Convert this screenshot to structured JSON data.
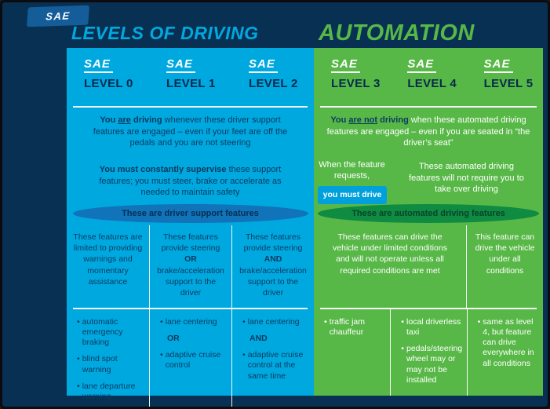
{
  "bullet_char": "•",
  "logo_text": "SAE",
  "header": {
    "badge": "SAE",
    "title_blue": "LEVELS OF DRIVING",
    "title_green": "AUTOMATION"
  },
  "columns": [
    {
      "level": "LEVEL 0"
    },
    {
      "level": "LEVEL 1"
    },
    {
      "level": "LEVEL 2"
    },
    {
      "level": "LEVEL 3"
    },
    {
      "level": "LEVEL 4"
    },
    {
      "level": "LEVEL 5"
    }
  ],
  "driver": {
    "row1": {
      "lead_pre": "You ",
      "lead_underline": "are",
      "lead_post": " driving",
      "body": " whenever these driver support features are engaged – even if your feet are off the pedals and you are not steering"
    },
    "row2": {
      "lead": "You must constantly supervise",
      "body": " these support features; you must steer, brake or accelerate as needed to maintain safety"
    },
    "ribbon": "These are driver support features",
    "features": {
      "l0": "These features are limited to providing warnings and momentary assistance",
      "l1": {
        "pre": "These features provide steering ",
        "bold": "OR",
        "post": " brake/acceleration support to the driver"
      },
      "l2": {
        "pre": "These features provide steering ",
        "bold": "AND",
        "post": " brake/acceleration support to the driver"
      }
    },
    "examples": {
      "l0": [
        {
          "text": "automatic emergency braking",
          "bullet": true
        },
        {
          "text": "blind spot warning",
          "bullet": true
        },
        {
          "text": "lane departure warning",
          "bullet": true
        }
      ],
      "l1": [
        {
          "text": "lane centering",
          "bullet": true
        },
        {
          "text": "OR",
          "bullet": false,
          "bold": true
        },
        {
          "text": "adaptive cruise control",
          "bullet": true
        }
      ],
      "l2": [
        {
          "text": "lane centering",
          "bullet": true
        },
        {
          "text": "AND",
          "bullet": false,
          "bold": true
        },
        {
          "text": "adaptive cruise control at the same time",
          "bullet": true
        }
      ]
    }
  },
  "automated": {
    "row1": {
      "lead_pre": "You ",
      "lead_underline": "are not",
      "lead_post": " driving",
      "body": " when these automated driving features are engaged – even if you are seated in “the driver’s seat”"
    },
    "level3_prompt": "When the feature requests,",
    "level3_box": "you must drive",
    "row2_l45": "These automated driving features will not require you to take over driving",
    "ribbon": "These are automated driving features",
    "features": {
      "l34": "These features can drive the vehicle under limited conditions and will not operate unless all required conditions are met",
      "l5": "This feature can drive the vehicle under all conditions"
    },
    "examples": {
      "l3": [
        {
          "text": "traffic jam chauffeur",
          "bullet": true
        }
      ],
      "l4": [
        {
          "text": "local driverless taxi",
          "bullet": true
        },
        {
          "text": "pedals/steering wheel may or may not be installed",
          "bullet": true
        }
      ],
      "l5": [
        {
          "text": "same as level 4, but feature can drive everywhere in all conditions",
          "bullet": true
        }
      ]
    }
  },
  "colors": {
    "navy_background": "#083052",
    "driver_support_blue": "#00a8e0",
    "automated_green": "#58b847",
    "ribbon_blue": "#1173b9",
    "ribbon_green": "#0f8b42",
    "must_drive_box_blue": "#00a0dc",
    "dark_text_navy": "#0a3a5e"
  }
}
